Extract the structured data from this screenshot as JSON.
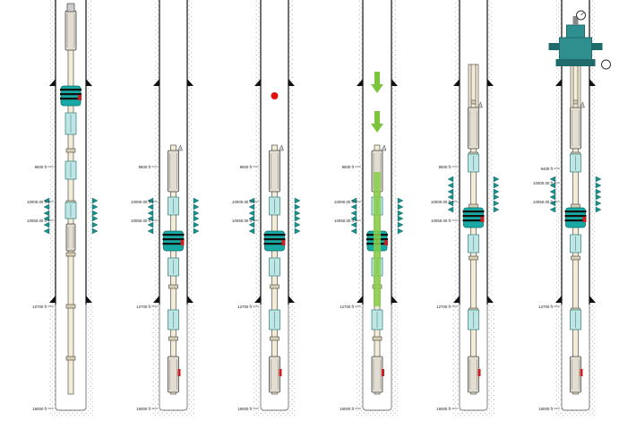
{
  "colors": {
    "casing": "#333333",
    "hatch": "#9a9a9a",
    "tubing_fill": "#f3ecd6",
    "tubing_stroke": "#555555",
    "tool_body": "#e2ddd0",
    "packer": "#19a9a4",
    "packer_dark": "#0d6f6c",
    "packer_band": "#101010",
    "anchor_red": "#cc2020",
    "perf": "#1b8f8c",
    "arrow": "#7bc43c",
    "flow": "#86cf46",
    "ball": "#e01010",
    "wellhead": "#2f8f8f",
    "wellhead_dark": "#1f6b6b"
  },
  "wells": [
    {
      "id": "well-1",
      "depth_labels": [
        "9500 ft",
        "10000.00 ft",
        "10050.00 ft",
        "12700 ft",
        "16000 ft"
      ]
    },
    {
      "id": "well-2",
      "depth_labels": [
        "9500 ft",
        "10000.00 ft",
        "10050.00 ft",
        "12700 ft",
        "16000 ft"
      ]
    },
    {
      "id": "well-3",
      "depth_labels": [
        "9500 ft",
        "10000.00 ft",
        "10050.00 ft",
        "12700 ft",
        "16000 ft"
      ]
    },
    {
      "id": "well-4",
      "depth_labels": [
        "9500 ft",
        "10000.00 ft",
        "10050.00 ft",
        "12700 ft",
        "16000 ft"
      ]
    },
    {
      "id": "well-5",
      "depth_labels": [
        "9500 ft",
        "10000.00 ft",
        "10050.00 ft",
        "12700 ft",
        "16000 ft"
      ]
    },
    {
      "id": "well-6",
      "depth_labels": [
        "9400 ft",
        "10000.00 ft",
        "10050.00 ft",
        "12700 ft",
        "16000 ft"
      ]
    }
  ],
  "icons": {
    "ball": "red-ball-icon",
    "arrow": "green-down-arrow-icon",
    "wellhead": "wellhead-icon",
    "gauge": "pressure-gauge-icon"
  }
}
